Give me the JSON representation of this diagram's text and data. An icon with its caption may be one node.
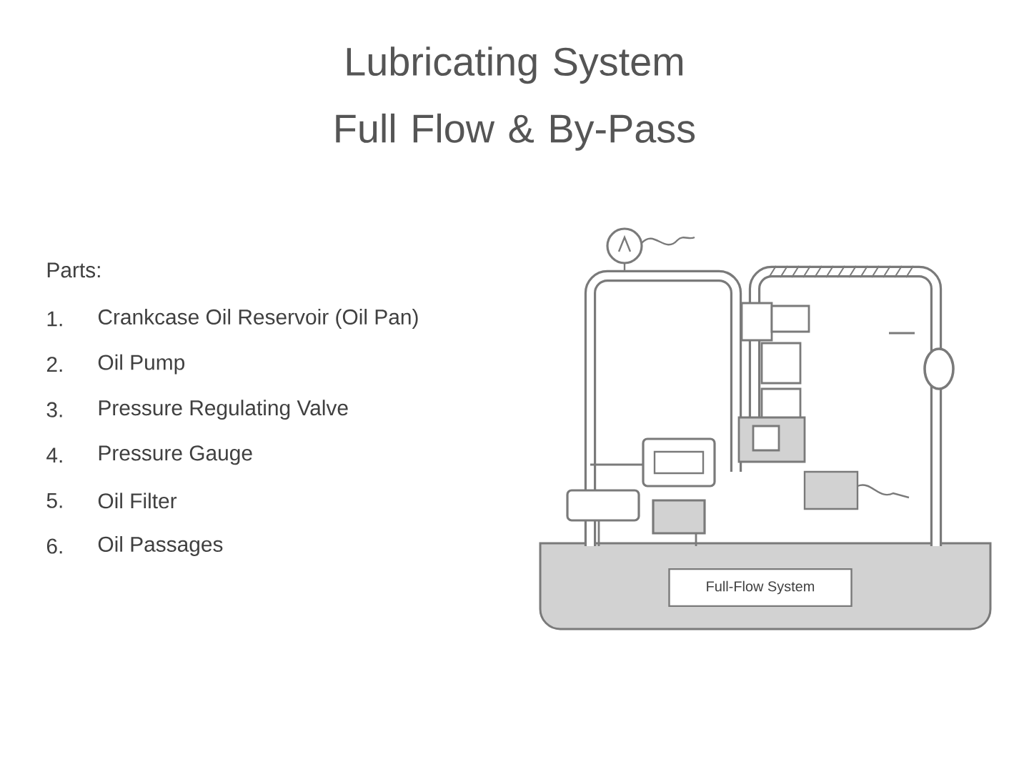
{
  "diagram": {
    "title": "Lubricating System Full Flow & By-Pass",
    "nodes": [
      {
        "text": [
          "Full-Flow System"
        ]
      }
    ],
    "labels": [
      "Parts:",
      "1.",
      "Crankcase Oil Reservoir (Oil Pan)",
      "2.",
      "Oil Pump",
      "3.",
      "Pressure Regulating Valve",
      "4.",
      "Pressure Gauge",
      "5.",
      "Oil Filter",
      "6.",
      "Oil Passages"
    ]
  }
}
